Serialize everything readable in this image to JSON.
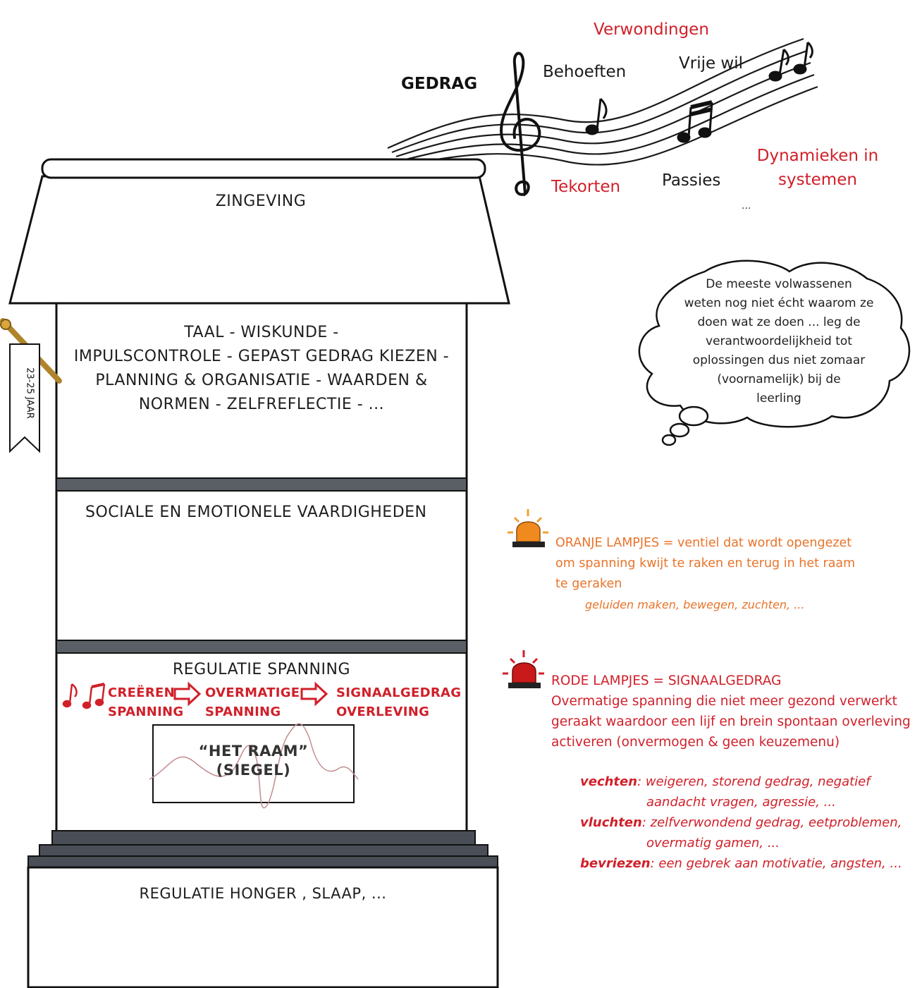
{
  "music": {
    "title": "GEDRAG",
    "words": {
      "verwondingen": "Verwondingen",
      "behoeften": "Behoeften",
      "vrije_wil": "Vrije wil",
      "tekorten": "Tekorten",
      "passies": "Passies",
      "dynamieken_line1": "Dynamieken in",
      "dynamieken_line2": "systemen",
      "ellipsis": "..."
    }
  },
  "tower": {
    "roof_label": "ZINGEVING",
    "upper_lines": [
      "TAAL - WISKUNDE -",
      "IMPULSCONTROLE - GEPAST GEDRAG KIEZEN -",
      "PLANNING & ORGANISATIE - WAARDEN &",
      "NORMEN - ZELFREFLECTIE - ..."
    ],
    "age_label": "23-25 JAAR",
    "middle_label": "SOCIALE EN EMOTIONELE VAARDIGHEDEN",
    "regulation_title": "REGULATIE SPANNING",
    "flow": [
      {
        "line1": "CREËREN",
        "line2": "SPANNING"
      },
      {
        "line1": "OVERMATIGE",
        "line2": "SPANNING"
      },
      {
        "line1": "SIGNAALGEDRAG",
        "line2": "OVERLEVING"
      }
    ],
    "window_line1": "“HET RAAM”",
    "window_line2": "(SIEGEL)",
    "base_label": "REGULATIE HONGER , SLAAP, ..."
  },
  "thought": {
    "lines": [
      "De meeste volwassenen",
      "weten nog niet écht waarom ze",
      "doen wat ze doen ... leg de",
      "verantwoordelijkheid tot",
      "oplossingen dus niet zomaar",
      "(voornamelijk) bij de",
      "leerling"
    ]
  },
  "orange_lamps": {
    "line1": "ORANJE LAMPJES = ventiel dat wordt opengezet",
    "line2": "om spanning kwijt te raken en terug in het raam",
    "line3": "te geraken",
    "examples": "geluiden maken, bewegen, zuchten, ..."
  },
  "red_lamps": {
    "title": "RODE LAMPJES = SIGNAALGEDRAG",
    "line1": "Overmatige spanning die niet meer gezond verwerkt",
    "line2": "geraakt waardoor een lijf en brein spontaan overleving",
    "line3": "activeren (onvermogen & geen keuzemenu)",
    "reactions": [
      {
        "term": "vechten",
        "text1": "weigeren, storend gedrag, negatief",
        "text2": "aandacht vragen, agressie, ..."
      },
      {
        "term": "vluchten",
        "text1": "zelfverwondend gedrag, eetproblemen,",
        "text2": "overmatig gamen, ..."
      },
      {
        "term": "bevriezen",
        "text1": "een gebrek aan motivatie, angsten, ..."
      }
    ]
  },
  "colors": {
    "red": "#d0202a",
    "orange": "#e8742a",
    "stair": "#4a4f57",
    "ink": "#1a1a1a"
  }
}
